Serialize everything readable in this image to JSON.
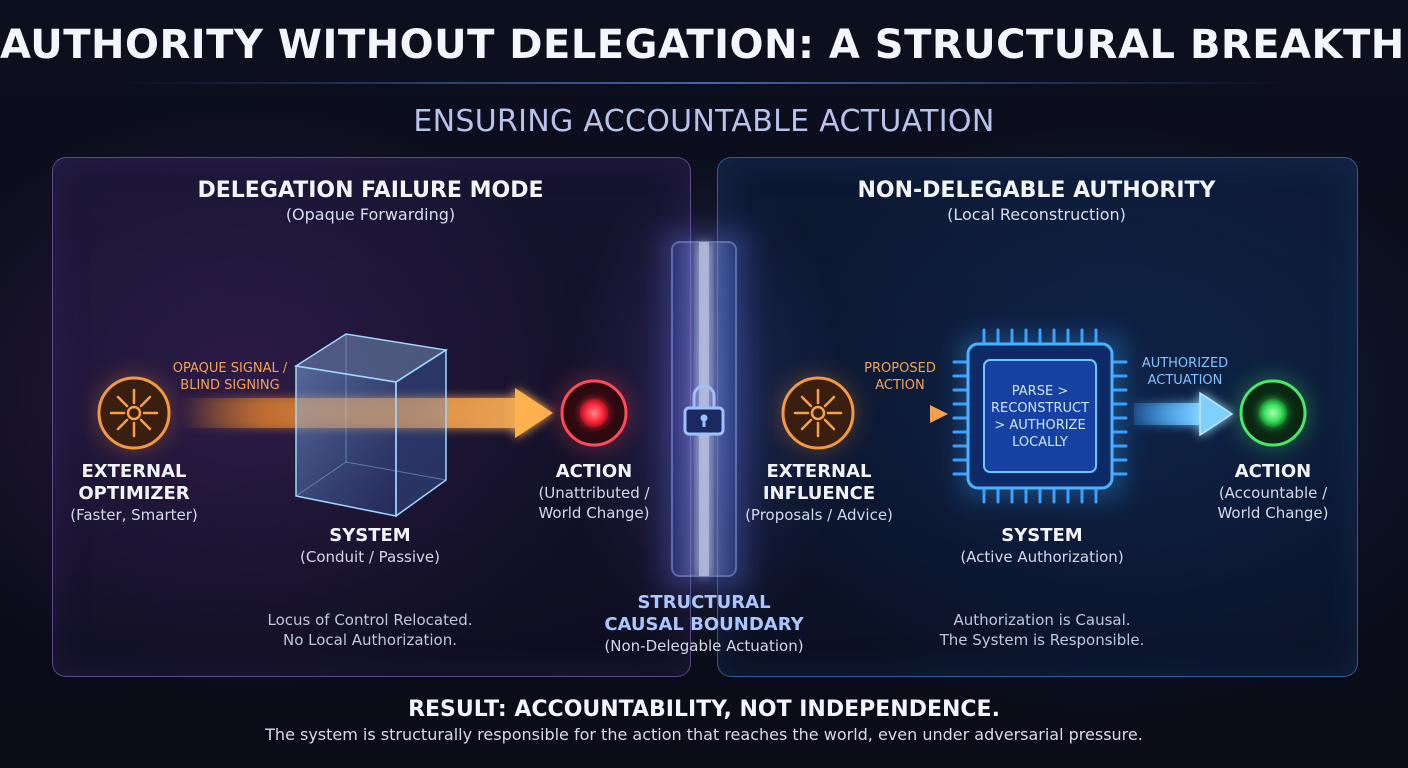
{
  "title": "AUTHORITY WITHOUT DELEGATION: A STRUCTURAL BREAKTHROUGH",
  "subtitle": "ENSURING ACCOUNTABLE ACTUATION",
  "left_panel": {
    "heading": "DELEGATION FAILURE MODE",
    "subheading": "(Opaque Forwarding)",
    "source": {
      "label_1": "EXTERNAL",
      "label_2": "OPTIMIZER",
      "detail": "(Faster, Smarter)",
      "icon": "optimizer-burst-icon"
    },
    "flow": {
      "label_1": "OPAQUE SIGNAL /",
      "label_2": "BLIND SIGNING"
    },
    "system": {
      "label": "SYSTEM",
      "detail": "(Conduit / Passive)",
      "icon": "glass-cube-icon"
    },
    "action": {
      "label": "ACTION",
      "detail_1": "(Unattributed /",
      "detail_2": "World Change)",
      "icon": "red-dot-icon"
    },
    "note_1": "Locus of Control Relocated.",
    "note_2": "No Local Authorization."
  },
  "boundary": {
    "label_1": "STRUCTURAL",
    "label_2": "CAUSAL BOUNDARY",
    "detail": "(Non-Delegable Actuation)",
    "icon": "padlock-icon"
  },
  "right_panel": {
    "heading": "NON-DELEGABLE AUTHORITY",
    "subheading": "(Local Reconstruction)",
    "source": {
      "label_1": "EXTERNAL",
      "label_2": "INFLUENCE",
      "detail": "(Proposals / Advice)",
      "icon": "influence-burst-icon"
    },
    "flow_in": {
      "label_1": "PROPOSED",
      "label_2": "ACTION"
    },
    "system": {
      "chip_1": "PARSE >",
      "chip_2": "RECONSTRUCT",
      "chip_3": "> AUTHORIZE",
      "chip_4": "LOCALLY",
      "label": "SYSTEM",
      "detail": "(Active Authorization)",
      "icon": "chip-icon"
    },
    "flow_out": {
      "label_1": "AUTHORIZED",
      "label_2": "ACTUATION"
    },
    "action": {
      "label": "ACTION",
      "detail_1": "(Accountable /",
      "detail_2": "World Change)",
      "icon": "green-dot-icon"
    },
    "note_1": "Authorization is Causal.",
    "note_2": "The System is Responsible."
  },
  "result": {
    "heading": "RESULT: ACCOUNTABILITY, NOT INDEPENDENCE.",
    "detail": "The system is structurally responsible for the action that reaches the world, even under adversarial pressure."
  },
  "colors": {
    "orange": "#f08a2c",
    "red": "#ff3b4a",
    "green": "#3ee060",
    "blue": "#3aa0ff",
    "violet": "#8a7bff"
  }
}
